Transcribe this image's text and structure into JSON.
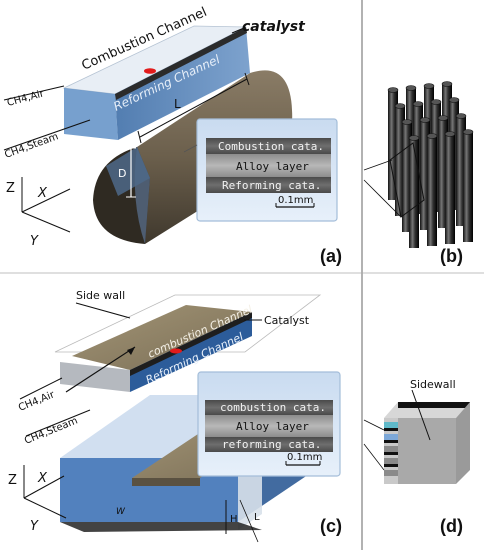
{
  "panel_a": {
    "title_combustion": "Combustion Channel",
    "catalyst": "catalyst",
    "reforming": "Reforming Channel",
    "inlet_air": "CH4,Air",
    "inlet_steam": "CH4,Steam",
    "dim_L": "L",
    "dim_D": "D",
    "inset": {
      "combustion": "Combustion cata.",
      "alloy": "Alloy layer",
      "reforming": "Reforming cata.",
      "scale": "0.1mm"
    },
    "axes": {
      "z": "Z",
      "x": "X",
      "y": "Y"
    },
    "label": "(a)"
  },
  "panel_b": {
    "label": "(b)"
  },
  "panel_c": {
    "side_wall": "Side wall",
    "catalyst": "Catalyst",
    "combustion": "combustion Channel",
    "reforming": "Reforming Channel",
    "inlet_air": "CH4,Air",
    "inlet_steam": "CH4,Steam",
    "dim_W": "W",
    "dim_H": "H",
    "dim_L": "L",
    "inset": {
      "combustion": "combustion cata.",
      "alloy": "Alloy layer",
      "reforming": "reforming cata.",
      "scale": "0.1mm"
    },
    "axes": {
      "z": "Z",
      "x": "X",
      "y": "Y"
    },
    "label": "(c)"
  },
  "panel_d": {
    "sidewall": "Sidewall",
    "label": "(d)"
  }
}
